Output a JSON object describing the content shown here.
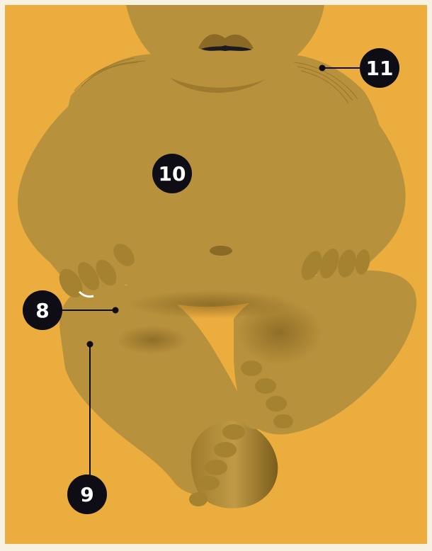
{
  "colors": {
    "frame": "#f7f1e1",
    "background": "#ecad3f",
    "skin": "#b8913c",
    "skin_shadow": "#8a6a24",
    "badge": "#0e0c14",
    "badge_text": "#ffffff",
    "leader_line": "#0e0c14"
  },
  "labels": [
    {
      "id": "8",
      "text": "8"
    },
    {
      "id": "9",
      "text": "9"
    },
    {
      "id": "10",
      "text": "10"
    },
    {
      "id": "11",
      "text": "11"
    }
  ]
}
